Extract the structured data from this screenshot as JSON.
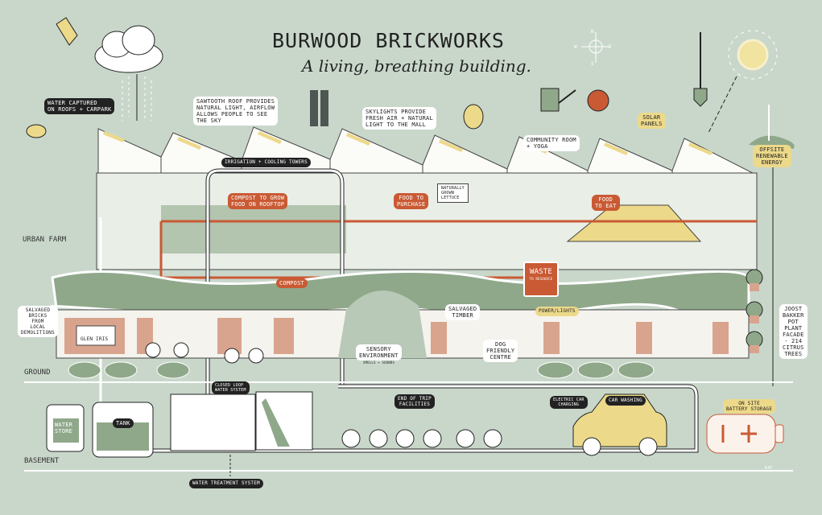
{
  "header": {
    "title": "BURWOOD BRICKWORKS",
    "subtitle": "A living, breathing building."
  },
  "zones": {
    "urban_farm": "URBAN FARM",
    "ground": "GROUND",
    "basement": "BASEMENT"
  },
  "labels": {
    "water_captured": "WATER CAPTURED\nON ROOFS + CARPARK",
    "sawtooth": "SAWTOOTH ROOF PROVIDES\nNATURAL LIGHT, AIRFLOW\nALLOWS PEOPLE TO SEE\nTHE SKY",
    "skylights": "SKYLIGHTS PROVIDE\nFRESH AIR + NATURAL\nLIGHT TO THE MALL",
    "irrigation": "IRRIGATION + COOLING TOWERS",
    "community": "COMMUNITY ROOM\n+ YOGA",
    "solar": "SOLAR\nPANELS",
    "offsite": "OFFSITE\nRENEWABLE\nENERGY",
    "compost_grow": "COMPOST TO GROW\nFOOD ON ROOFTOP",
    "food_purchase": "FOOD TO\nPURCHASE",
    "lettuce": "NATURALLY\nGROWN\nLETTUCE",
    "food_eat": "FOOD\nTO EAT",
    "compost": "COMPOST",
    "waste": "WASTE",
    "waste_sub": "TO RESOURCE",
    "salvaged_bricks": "SALVAGED\nBRICKS\nFROM\nLOCAL\nDEMOLITIONS",
    "glen_iris": "GLEN IRIS",
    "salvaged_timber": "SALVAGED\nTIMBER",
    "power_lights": "POWER/LIGHTS",
    "sensory": "SENSORY\nENVIRONMENT",
    "sensory_sub": "SMELLS + SOUNDS",
    "dog": "DOG\nFRIENDLY\nCENTRE",
    "joost": "JOOST\nBAKKER\nPOT\nPLANT\nFACADE\n- 214\nCITRUS\nTREES",
    "closed_loop": "CLOSED LOOP\nWATER SYSTEM",
    "end_of_trip": "END OF TRIP\nFACILITIES",
    "ev_charging": "ELECTRIC CAR\nCHARGING",
    "car_washing": "CAR WASHING",
    "battery": "ON SITE\nBATTERY STORAGE",
    "water_store": "WATER\nSTORE",
    "tank": "TANK",
    "water_treatment": "WATER TREATMENT SYSTEM",
    "signature": "KAT"
  },
  "compass": {
    "n": "N",
    "s": "S",
    "e": "E",
    "w": "W"
  },
  "colors": {
    "background": "#c9d7cb",
    "accent_orange": "#c95a34",
    "solar_yellow": "#ecd98a",
    "foliage_green": "#8fa88a",
    "brick": "#d9a48e"
  }
}
